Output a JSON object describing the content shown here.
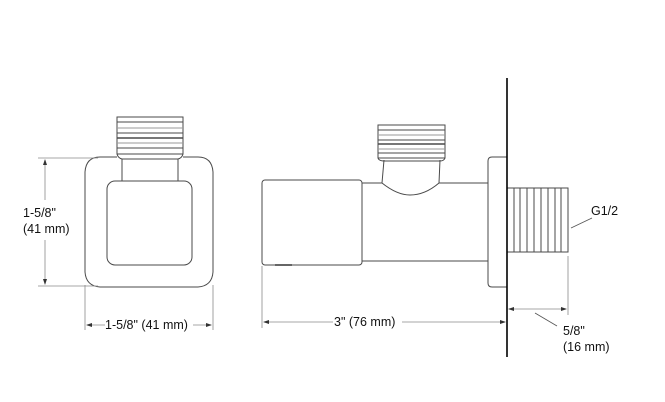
{
  "diagram": {
    "type": "technical-dimension-drawing",
    "subject": "angle valve",
    "views": [
      "front-view",
      "side-view"
    ],
    "colors": {
      "outline": "#4a4a4a",
      "wall": "#000000",
      "dimension_line": "#8a8a8a",
      "text": "#111111",
      "background": "#ffffff"
    }
  },
  "labels": {
    "front_height_in": "1-5/8\"",
    "front_height_mm": "(41 mm)",
    "front_width": "1-5/8\" (41 mm)",
    "side_length": "3\" (76 mm)",
    "outlet_length_in": "5/8\"",
    "outlet_length_mm": "(16 mm)",
    "thread_spec": "G1/2"
  }
}
